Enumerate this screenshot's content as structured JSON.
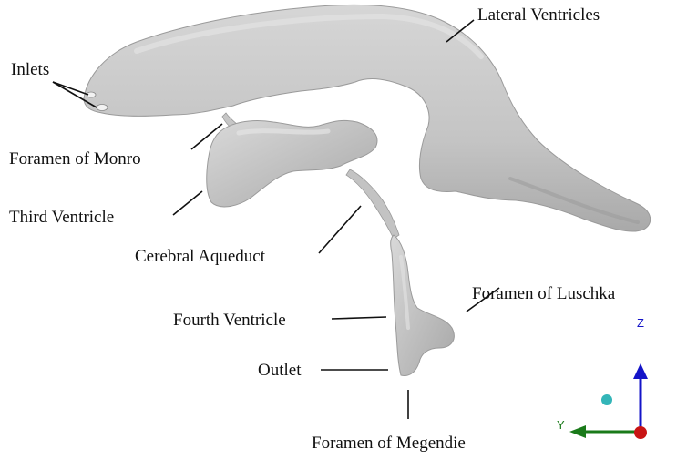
{
  "labels": {
    "lateral_ventricles": "Lateral Ventricles",
    "inlets": "Inlets",
    "foramen_of_monro": "Foramen of Monro",
    "third_ventricle": "Third Ventricle",
    "cerebral_aqueduct": "Cerebral Aqueduct",
    "fourth_ventricle": "Fourth Ventricle",
    "foramen_of_luschka": "Foramen of Luschka",
    "outlet": "Outlet",
    "foramen_of_megendie": "Foramen of Megendie"
  },
  "axes": {
    "z": "Z",
    "y": "Y"
  },
  "colors": {
    "surface": "#c8c8c8",
    "surface_edge": "#9a9a9a",
    "z_axis": "#1414c8",
    "y_axis": "#1a7a1a",
    "x_axis": "#c81414",
    "origin_marker": "#33b5b8"
  }
}
